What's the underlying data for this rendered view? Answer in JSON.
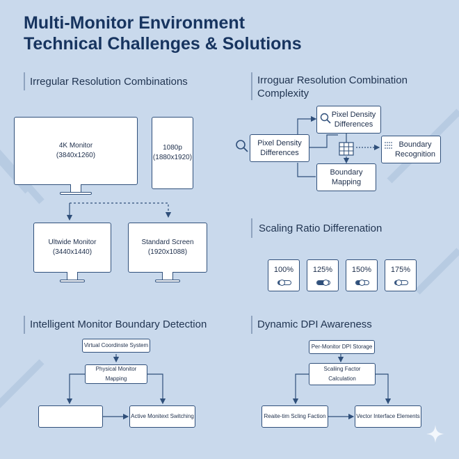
{
  "title": {
    "line1": "Multi-Monitor Environment",
    "line2": "Technical Challenges & Solutions"
  },
  "sections": {
    "irregular": {
      "heading": "Irregular Resolution Combinations",
      "monitors": [
        {
          "name": "4K Monitor",
          "res": "(3840x1260)"
        },
        {
          "name": "1080p",
          "res": "(1880x1920)"
        },
        {
          "name": "Ultwide Monitor",
          "res": "(3440x1440)"
        },
        {
          "name": "Standard Screen",
          "res": "(1920x1088)"
        }
      ]
    },
    "complexity": {
      "heading_line1": "Irroguar Resolution Combination",
      "heading_line2": "Complexity",
      "nodes": {
        "pixel_top": {
          "line1": "Pixel Density",
          "line2": "Differences"
        },
        "pixel_left": {
          "line1": "Pixel Density",
          "line2": "Differences"
        },
        "boundary_recognition": {
          "line1": "Boundary",
          "line2": "Recognition"
        },
        "boundary_mapping": {
          "line1": "Boundary",
          "line2": "Mapping"
        }
      }
    },
    "scaling": {
      "heading": "Scaling Ratio Differenation",
      "ratios": [
        {
          "label": "100%",
          "level": 0.3
        },
        {
          "label": "125%",
          "level": 0.65
        },
        {
          "label": "150%",
          "level": 0.45
        },
        {
          "label": "175%",
          "level": 0.3
        }
      ]
    },
    "detection": {
      "heading": "Intelligent Monitor Boundary Detection",
      "nodes": {
        "virtual": "Virtual Coordinste System",
        "physical": "Physical Monitor Mapping",
        "blank": "",
        "active": "Active Monitext Switching"
      }
    },
    "dpi": {
      "heading": "Dynamic DPI Awareness",
      "nodes": {
        "storage": "Per-Monitor DPI Storage",
        "scaling_factor": "Scaliing Factor Calculation",
        "realtime": "Reaite-tim Scling Faction",
        "vector": "Vector Interface Elements"
      }
    }
  },
  "colors": {
    "background": "#c9d9ec",
    "stroke": "#2f4f7a",
    "title": "#17345f",
    "box": "#ffffff"
  },
  "icons": [
    "search-icon",
    "grid-icon",
    "lines-icon",
    "sparkle-icon"
  ]
}
